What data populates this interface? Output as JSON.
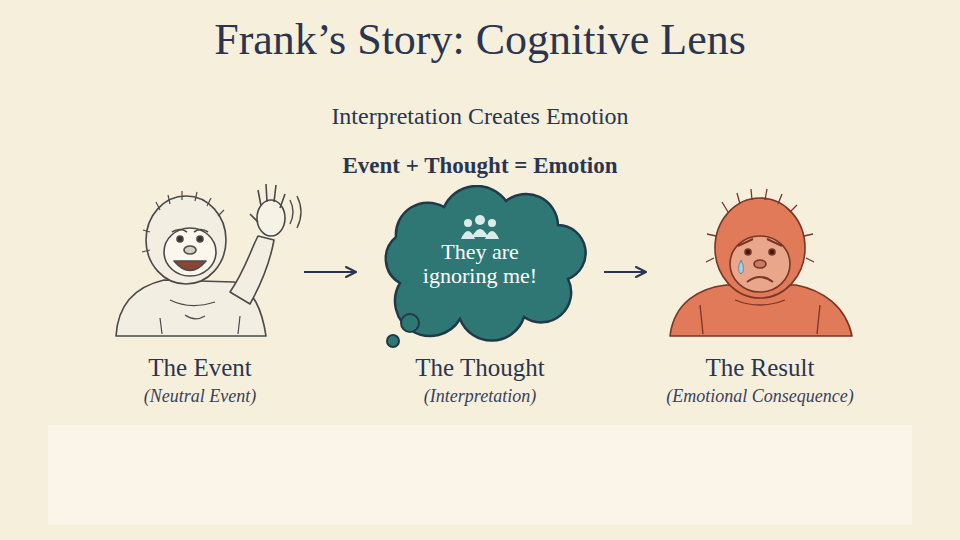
{
  "diagram": {
    "title": "Frank’s Story: Cognitive Lens",
    "nodes": [
      {
        "text": [
          "The Event",
          "(Neutral Event)"
        ]
      },
      {
        "text": [
          "They are ignoring me!",
          "The Thought",
          "(Interpretation)"
        ]
      },
      {
        "text": [
          "The Result",
          "(Emotional Consequence)"
        ]
      }
    ],
    "edges": [
      {
        "from": 0,
        "to": 1,
        "arrow": "to"
      },
      {
        "from": 1,
        "to": 2,
        "arrow": "to"
      }
    ],
    "labels": [
      "Interpretation Creates Emotion",
      "Event + Thought = Emotion"
    ]
  }
}
